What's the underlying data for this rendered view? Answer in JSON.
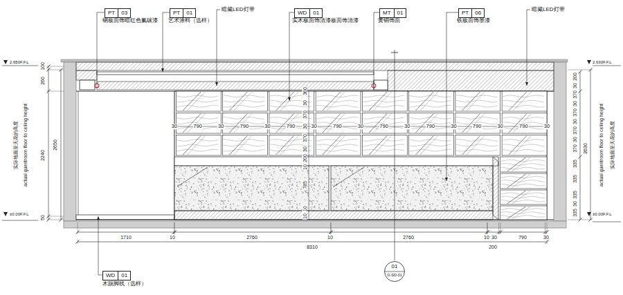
{
  "diagram": {
    "nodes": [
      {
        "text": [
          "PT",
          "03"
        ]
      },
      {
        "text": [
          "PT",
          "01"
        ]
      },
      {
        "text": [
          "WD",
          "01"
        ]
      },
      {
        "text": [
          "MT",
          "01"
        ]
      },
      {
        "text": [
          "PT",
          "06"
        ]
      },
      {
        "text": [
          "WD",
          "01"
        ]
      },
      {
        "text": [
          "01",
          "G-SD-01"
        ]
      }
    ],
    "labels": [
      "钢板面饰暗红色氟碳漆",
      "艺术涂料（选样）",
      "暗藏LED灯带",
      "实木板面饰清漆板面饰清漆",
      "黄铜饰面",
      "铁板面饰墨漆",
      "暗藏LED灯带",
      "木踢脚线（选样）",
      "2.650F.F.L",
      "±0.00F.F.L",
      "2.630F.F.L",
      "±0.00F.F.L",
      "实际地面至天花的高度",
      "actual guestroom floor to ceiling height",
      "实际地面至天花的高度",
      "actual guestroom floor to ceiling height",
      "100",
      "260",
      "2650",
      "2240",
      "50",
      "200",
      "30",
      "370",
      "30",
      "370",
      "30",
      "370",
      "30",
      "370",
      "335",
      "335",
      "335",
      "30",
      "335",
      "2630",
      "360",
      "30",
      "370",
      "30",
      "370",
      "30",
      "200",
      "10",
      "785",
      "10",
      "10",
      "30",
      "790",
      "30",
      "790",
      "30",
      "790",
      "30",
      "790",
      "30",
      "790",
      "30",
      "790",
      "30",
      "790",
      "30",
      "790",
      "30",
      "1710",
      "10",
      "2760",
      "10",
      "2760",
      "10",
      "30",
      "790",
      "30",
      "8310",
      "200"
    ]
  }
}
